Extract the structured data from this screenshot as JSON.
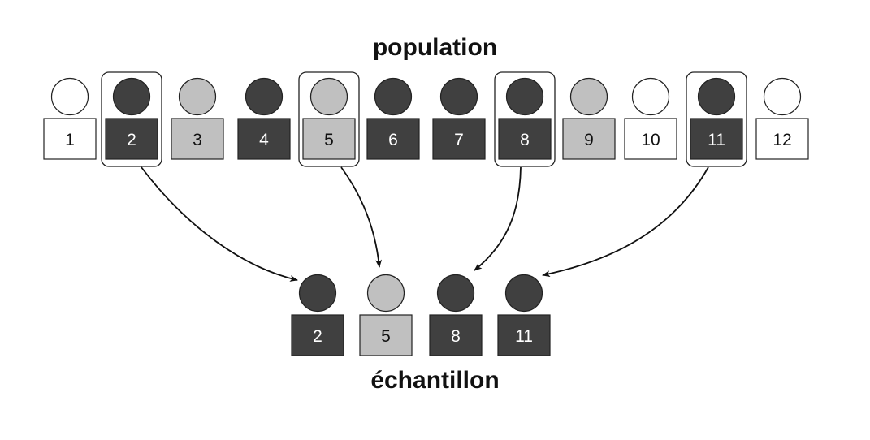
{
  "population_title": "population",
  "sample_title": "échantillon",
  "colors": {
    "white": "#ffffff",
    "gray": "#c0c0c0",
    "dark": "#404040",
    "stroke": "#222222"
  },
  "population": [
    {
      "label": "1",
      "shade": "white",
      "selected": false
    },
    {
      "label": "2",
      "shade": "dark",
      "selected": true
    },
    {
      "label": "3",
      "shade": "gray",
      "selected": false
    },
    {
      "label": "4",
      "shade": "dark",
      "selected": false
    },
    {
      "label": "5",
      "shade": "gray",
      "selected": true
    },
    {
      "label": "6",
      "shade": "dark",
      "selected": false
    },
    {
      "label": "7",
      "shade": "dark",
      "selected": false
    },
    {
      "label": "8",
      "shade": "dark",
      "selected": true
    },
    {
      "label": "9",
      "shade": "gray",
      "selected": false
    },
    {
      "label": "10",
      "shade": "white",
      "selected": false
    },
    {
      "label": "11",
      "shade": "dark",
      "selected": true
    },
    {
      "label": "12",
      "shade": "white",
      "selected": false
    }
  ],
  "sample": [
    {
      "label": "2",
      "shade": "dark"
    },
    {
      "label": "5",
      "shade": "gray"
    },
    {
      "label": "8",
      "shade": "dark"
    },
    {
      "label": "11",
      "shade": "dark"
    }
  ]
}
